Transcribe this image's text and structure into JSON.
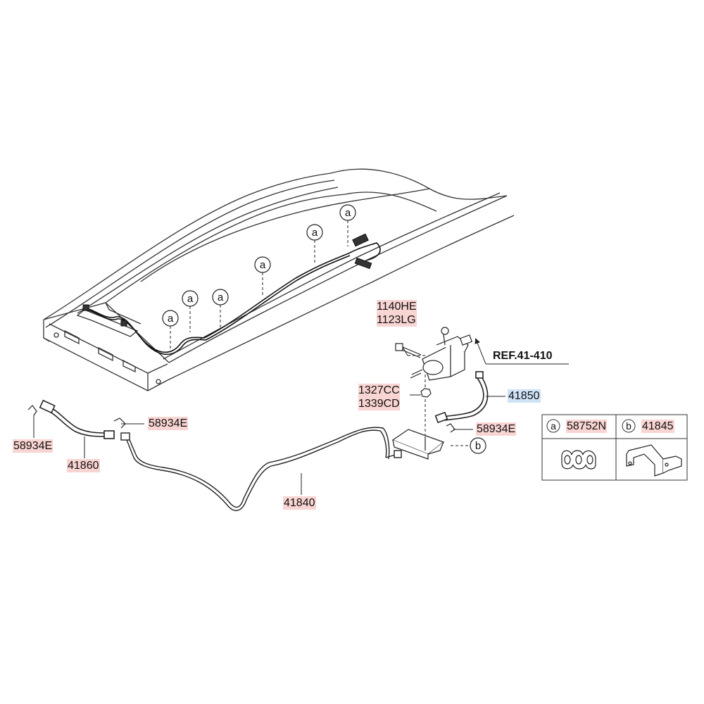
{
  "callouts": {
    "a": "a",
    "b": "b"
  },
  "labels": {
    "bolt_1": "1140HE",
    "bolt_2": "1123LG",
    "nut_1": "1327CC",
    "nut_2": "1339CD",
    "hose_right": "41850",
    "clip_right": "58934E",
    "clip_left": "58934E",
    "clip_mid": "58934E",
    "hose_left": "41860",
    "tube": "41840",
    "reference": "REF.41-410"
  },
  "legend": {
    "items": [
      {
        "key": "a",
        "part": "58752N"
      },
      {
        "key": "b",
        "part": "41845"
      }
    ]
  },
  "colors": {
    "highlight_red": "#f8d4d2",
    "highlight_blue": "#cfe3f7",
    "line": "#222222"
  }
}
